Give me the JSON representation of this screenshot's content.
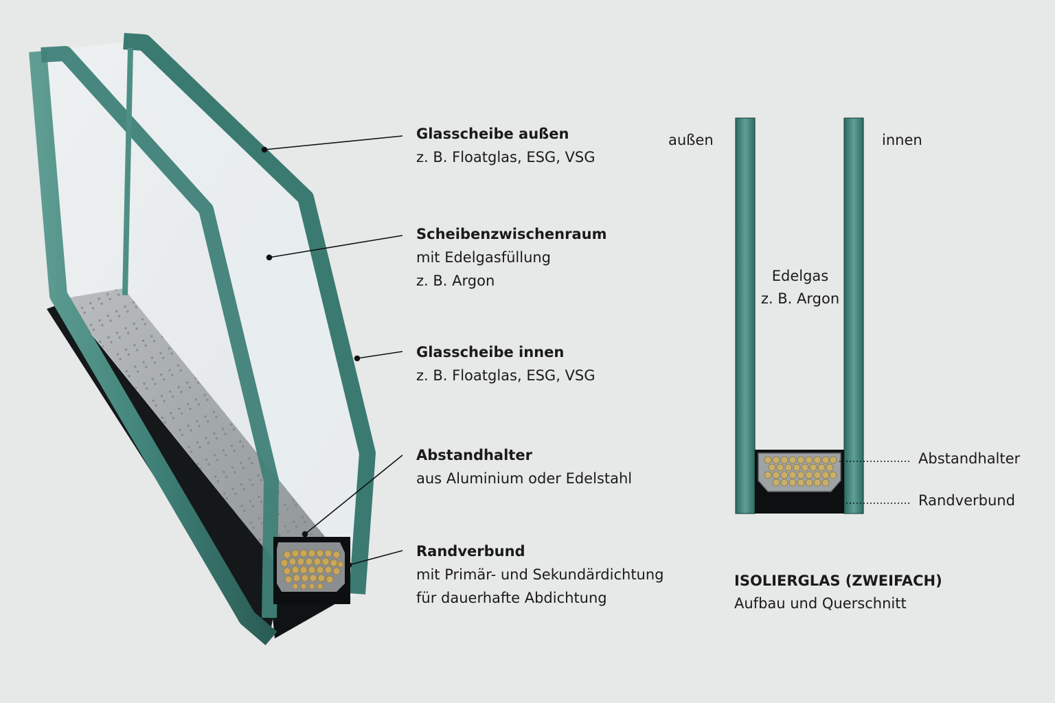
{
  "labels": {
    "outer_pane": {
      "title": "Glasscheibe außen",
      "lines": [
        "z. B. Floatglas, ESG, VSG"
      ]
    },
    "gap": {
      "title": "Scheibenzwischenraum",
      "lines": [
        "mit Edelgasfüllung",
        "z. B. Argon"
      ]
    },
    "inner_pane": {
      "title": "Glasscheibe innen",
      "lines": [
        "z. B. Floatglas, ESG, VSG"
      ]
    },
    "spacer": {
      "title": "Abstandhalter",
      "lines": [
        "aus Aluminium oder Edelstahl"
      ]
    },
    "edge_seal": {
      "title": "Randverbund",
      "lines": [
        "mit Primär- und Sekundärdichtung",
        "für dauerhafte Abdichtung"
      ]
    }
  },
  "cross_section": {
    "outside": "außen",
    "inside": "innen",
    "gas": [
      "Edelgas",
      "z. B. Argon"
    ],
    "spacer_label": "Abstandhalter",
    "edge_seal_label": "Randverbund"
  },
  "caption": {
    "title": "ISOLIERGLAS (ZWEIFACH)",
    "subtitle": "Aufbau und Querschnitt"
  },
  "colors": {
    "glass_edge": "#3f8178",
    "glass_edge_dark": "#234d47",
    "background": "#e7e8e8",
    "seal": "#111111",
    "desiccant": "#c9b06a"
  }
}
